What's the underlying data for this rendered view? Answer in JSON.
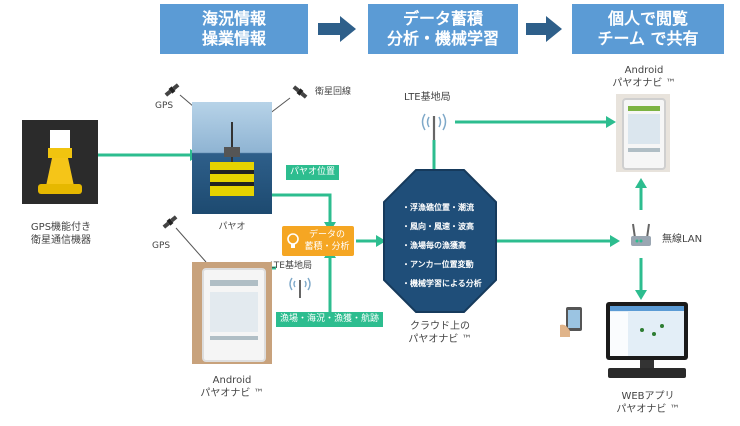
{
  "header": {
    "step1": [
      "海況情報",
      "操業情報"
    ],
    "step2": [
      "データ蓄積",
      "分析・機械学習"
    ],
    "step3": [
      "個人で閲覧",
      "チーム で共有"
    ]
  },
  "labels": {
    "device": [
      "GPS機能付き",
      "衛星通信機器"
    ],
    "gps_top": "GPS",
    "satellite_line": "衛星回線",
    "buoy": "パヤオ",
    "gps_bottom": "GPS",
    "lte_small": "LTE基地局",
    "android_bottom": [
      "Android",
      "パヤオナビ ™"
    ],
    "lte_top": "LTE基地局",
    "cloud": [
      "クラウド上の",
      "パヤオナビ ™"
    ],
    "android_top": [
      "Android",
      "パヤオナビ ™"
    ],
    "wireless_lan": "無線LAN",
    "web_app": [
      "WEBアプリ",
      "パヤオナビ ™"
    ]
  },
  "tags": {
    "payao_position": "パヤオ位置",
    "fishing_info": "漁場・海況・漁獲・航跡"
  },
  "data_box": [
    "データの",
    "蓄積・分析"
  ],
  "octagon_items": [
    "浮漁礁位置・潮流",
    "風向・風速・波高",
    "漁場毎の漁獲高",
    "アンカー位置変動",
    "機械学習による分析"
  ],
  "colors": {
    "header_fill": "#5b9bd5",
    "arrow_dark": "#2e5f8a",
    "teal": "#2dbd8f",
    "octagon": "#1f4e79",
    "orange": "#f5a623"
  }
}
